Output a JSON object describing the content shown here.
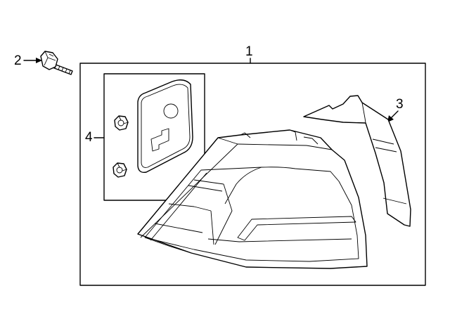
{
  "callouts": {
    "assembly": "1",
    "bolt": "2",
    "gasket": "3",
    "bracket_kit": "4"
  }
}
